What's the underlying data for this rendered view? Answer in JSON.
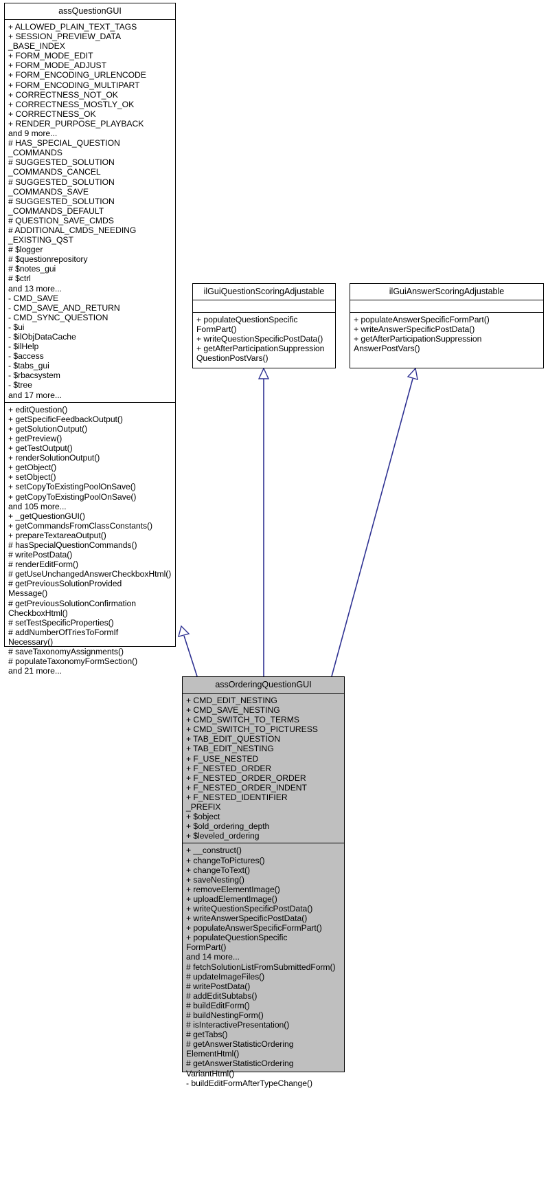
{
  "diagram": {
    "type": "uml-class-diagram",
    "background": "#ffffff",
    "edge_color": "#2e3192",
    "highlight_fill": "#bfbfbf"
  },
  "classes": {
    "assQuestionGUI": {
      "name": "assQuestionGUI",
      "attributes": [
        "+ ALLOWED_PLAIN_TEXT_TAGS",
        "+ SESSION_PREVIEW_DATA",
        "_BASE_INDEX",
        "+ FORM_MODE_EDIT",
        "+ FORM_MODE_ADJUST",
        "+ FORM_ENCODING_URLENCODE",
        "+ FORM_ENCODING_MULTIPART",
        "+ CORRECTNESS_NOT_OK",
        "+ CORRECTNESS_MOSTLY_OK",
        "+ CORRECTNESS_OK",
        "+ RENDER_PURPOSE_PLAYBACK",
        "and 9 more...",
        "# HAS_SPECIAL_QUESTION",
        "_COMMANDS",
        "# SUGGESTED_SOLUTION",
        "_COMMANDS_CANCEL",
        "# SUGGESTED_SOLUTION",
        "_COMMANDS_SAVE",
        "# SUGGESTED_SOLUTION",
        "_COMMANDS_DEFAULT",
        "# QUESTION_SAVE_CMDS",
        "# ADDITIONAL_CMDS_NEEDING",
        "_EXISTING_QST",
        "# $logger",
        "# $questionrepository",
        "# $notes_gui",
        "# $ctrl",
        "and 13 more...",
        "- CMD_SAVE",
        "- CMD_SAVE_AND_RETURN",
        "- CMD_SYNC_QUESTION",
        "- $ui",
        "- $ilObjDataCache",
        "- $ilHelp",
        "- $access",
        "- $tabs_gui",
        "- $rbacsystem",
        "- $tree",
        "and 17 more..."
      ],
      "methods": [
        "+ editQuestion()",
        "+ getSpecificFeedbackOutput()",
        "+ getSolutionOutput()",
        "+ getPreview()",
        "+ getTestOutput()",
        "+ renderSolutionOutput()",
        "+ getObject()",
        "+ setObject()",
        "+ setCopyToExistingPoolOnSave()",
        "+ getCopyToExistingPoolOnSave()",
        "and 105 more...",
        "+ _getQuestionGUI()",
        "+ getCommandsFromClassConstants()",
        "+ prepareTextareaOutput()",
        "# hasSpecialQuestionCommands()",
        "# writePostData()",
        "# renderEditForm()",
        "# getUseUnchangedAnswerCheckboxHtml()",
        "# getPreviousSolutionProvided",
        "Message()",
        "# getPreviousSolutionConfirmation",
        "CheckboxHtml()",
        "# setTestSpecificProperties()",
        "# addNumberOfTriesToFormIf",
        "Necessary()",
        "# saveTaxonomyAssignments()",
        "# populateTaxonomyFormSection()",
        "and 21 more..."
      ]
    },
    "ilGuiQuestionScoringAdjustable": {
      "name": "ilGuiQuestionScoringAdjustable",
      "attributes": [],
      "methods": [
        "+ populateQuestionSpecific",
        "FormPart()",
        "+ writeQuestionSpecificPostData()",
        "+ getAfterParticipationSuppression",
        "QuestionPostVars()"
      ]
    },
    "ilGuiAnswerScoringAdjustable": {
      "name": "ilGuiAnswerScoringAdjustable",
      "attributes": [],
      "methods": [
        "+ populateAnswerSpecificFormPart()",
        "+ writeAnswerSpecificPostData()",
        "+ getAfterParticipationSuppression",
        "AnswerPostVars()"
      ]
    },
    "assOrderingQuestionGUI": {
      "name": "assOrderingQuestionGUI",
      "attributes": [
        "+ CMD_EDIT_NESTING",
        "+ CMD_SAVE_NESTING",
        "+ CMD_SWITCH_TO_TERMS",
        "+ CMD_SWITCH_TO_PICTURESS",
        "+ TAB_EDIT_QUESTION",
        "+ TAB_EDIT_NESTING",
        "+ F_USE_NESTED",
        "+ F_NESTED_ORDER",
        "+ F_NESTED_ORDER_ORDER",
        "+ F_NESTED_ORDER_INDENT",
        "+ F_NESTED_IDENTIFIER",
        "_PREFIX",
        "+ $object",
        "+ $old_ordering_depth",
        "+ $leveled_ordering"
      ],
      "methods": [
        "+ __construct()",
        "+ changeToPictures()",
        "+ changeToText()",
        "+ saveNesting()",
        "+ removeElementImage()",
        "+ uploadElementImage()",
        "+ writeQuestionSpecificPostData()",
        "+ writeAnswerSpecificPostData()",
        "+ populateAnswerSpecificFormPart()",
        "+ populateQuestionSpecific",
        "FormPart()",
        "and 14 more...",
        "# fetchSolutionListFromSubmittedForm()",
        "# updateImageFiles()",
        "# writePostData()",
        "# addEditSubtabs()",
        "# buildEditForm()",
        "# buildNestingForm()",
        "# isInteractivePresentation()",
        "# getTabs()",
        "# getAnswerStatisticOrdering",
        "ElementHtml()",
        "# getAnswerStatisticOrdering",
        "VariantHtml()",
        "- buildEditFormAfterTypeChange()"
      ]
    }
  }
}
